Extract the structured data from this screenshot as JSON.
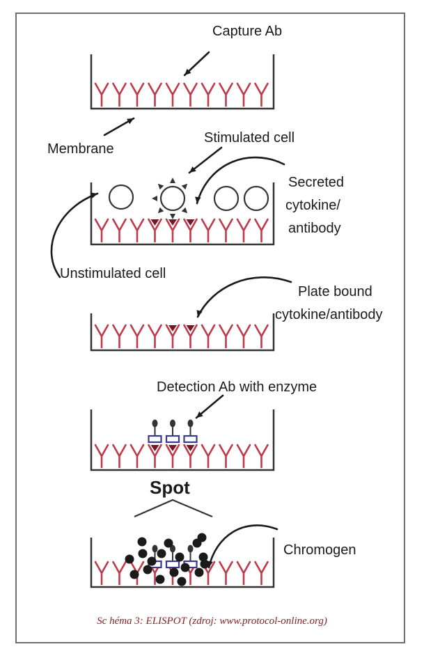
{
  "labels": {
    "capture_ab": "Capture Ab",
    "membrane": "Membrane",
    "stimulated_cell": "Stimulated cell",
    "secreted": [
      "Secreted",
      "cytokine/",
      "antibody"
    ],
    "unstimulated_cell": "Unstimulated cell",
    "plate_bound": [
      "Plate bound",
      "cytokine/antibody"
    ],
    "detection_ab": "Detection Ab with enzyme",
    "spot": "Spot",
    "chromogen": "Chromogen"
  },
  "caption": "Sc héma 3: ELISPOT (zdroj: www.protocol-online.org)",
  "colors": {
    "antibody": "#c0394a",
    "well": "#333333",
    "cytokine": "#7a1525",
    "detection": "#3a3a8c",
    "chromogen": "#1a1a1a",
    "arrow": "#1a1a1a"
  },
  "icons": {
    "capture_antibody": "y-shaped-antibody-icon",
    "cell": "circle-cell-icon",
    "cytokine": "triangle-cytokine-icon",
    "detection_antibody": "inverted-antibody-enzyme-icon",
    "chromogen": "dot-chromogen-icon"
  }
}
